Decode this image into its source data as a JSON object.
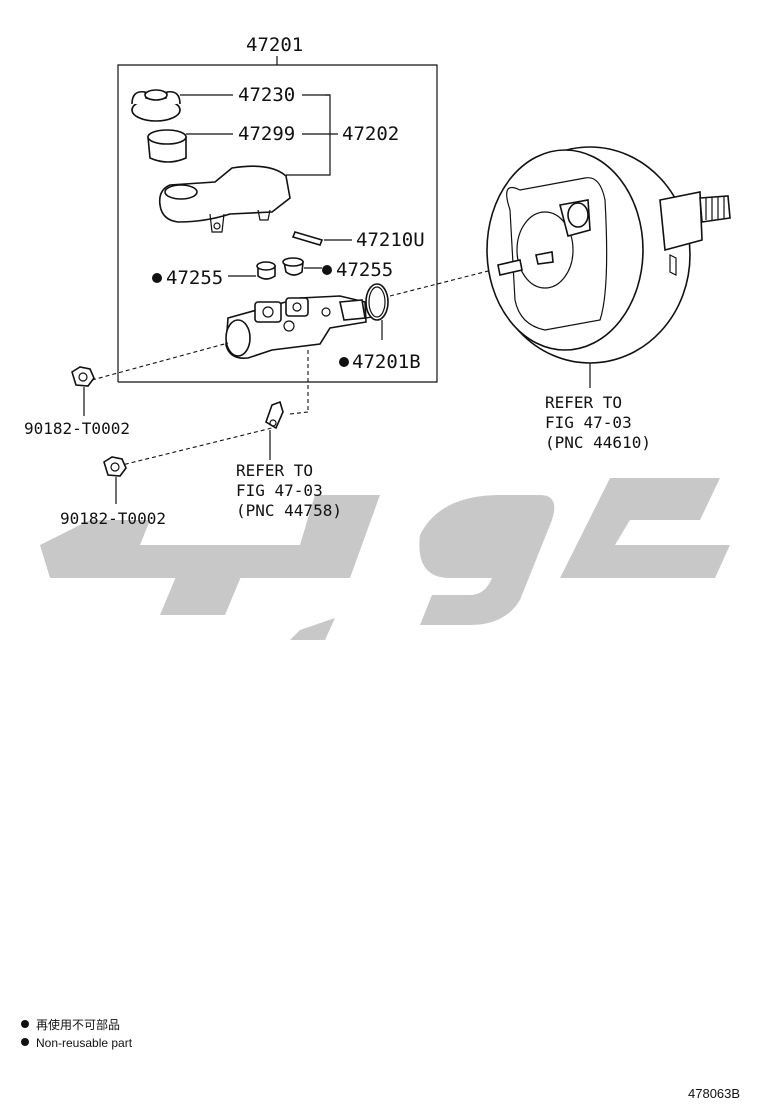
{
  "labels": {
    "assembly": "47201",
    "cap": "47230",
    "strainer": "47299",
    "reservoir": "47202",
    "pin": "47210U",
    "grommet_left": "47255",
    "grommet_right": "47255",
    "oring": "47201B",
    "nut_upper": "90182-T0002",
    "nut_lower": "90182-T0002"
  },
  "refs": {
    "booster": [
      "REFER TO",
      "FIG 47-03",
      "(PNC 44610)"
    ],
    "bracket": [
      "REFER TO",
      "FIG 47-03",
      "(PNC 44758)"
    ]
  },
  "legend": {
    "line1": "再使用不可部品",
    "line2": "Non-reusable part"
  },
  "figure_number": "478063B",
  "watermark": {
    "color": "#c8c8c8"
  }
}
